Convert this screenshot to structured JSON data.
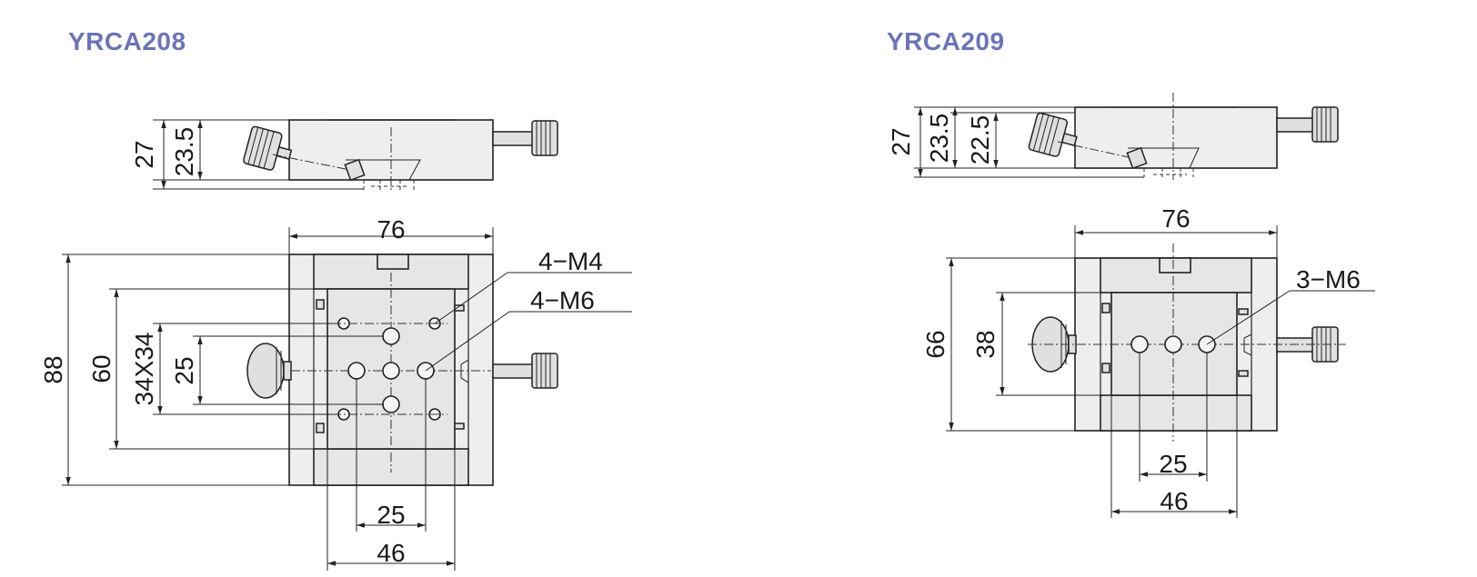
{
  "models": {
    "left": {
      "title": "YRCA208"
    },
    "right": {
      "title": "YRCA209"
    }
  },
  "left_dims": {
    "side_total_height": "27",
    "side_body_height": "23.5",
    "width": "76",
    "length": "88",
    "length_inner": "60",
    "hole_pattern": "34X34",
    "hole_pitch_v": "25",
    "hole_pitch_h": "25",
    "plate_width": "46",
    "callout_small_holes": "4−M4",
    "callout_large_holes": "4−M6"
  },
  "right_dims": {
    "side_total_height": "27",
    "side_body_height": "23.5",
    "side_plate_height": "22.5",
    "width": "76",
    "length": "66",
    "length_inner": "38",
    "hole_pitch_h": "25",
    "plate_width": "46",
    "callout_holes": "3−M6"
  },
  "colors": {
    "title": "#6a74b8",
    "line": "#222222",
    "fill": "#eeeeee"
  }
}
